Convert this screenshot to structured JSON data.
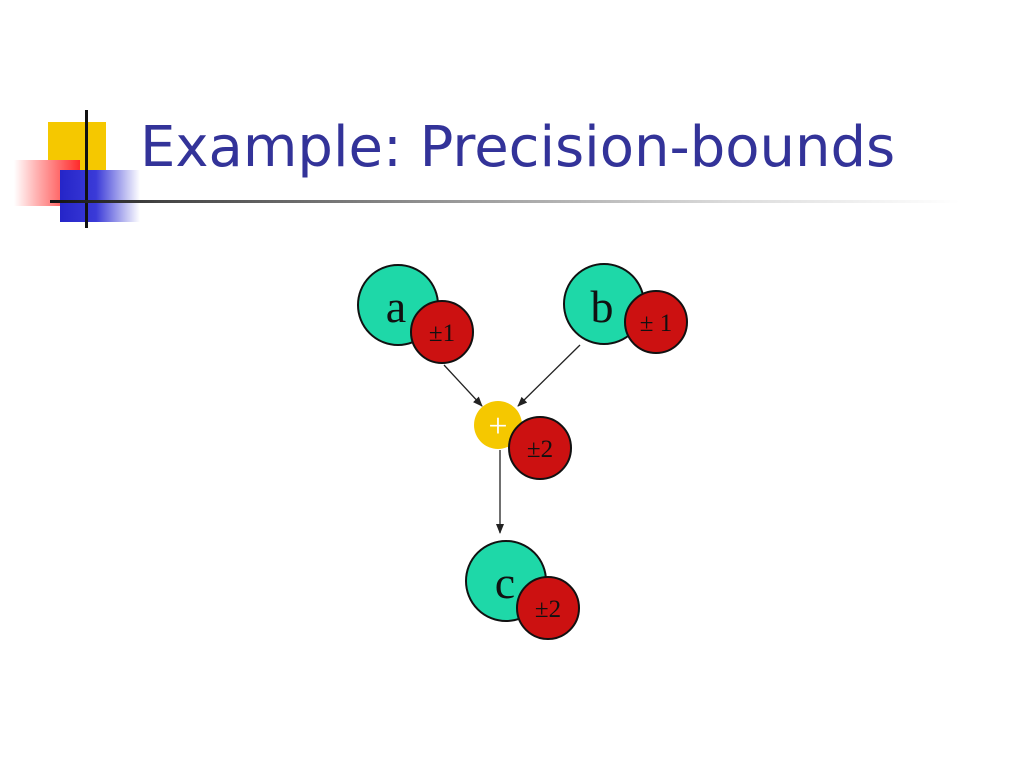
{
  "slide": {
    "title": "Example: Precision-bounds"
  },
  "colors": {
    "title": "#333399",
    "variable_node": "#1ed8a8",
    "bound_node": "#cc1111",
    "operator_node": "#f5c800",
    "edge": "#222222"
  },
  "diagram": {
    "nodes": {
      "a": {
        "label": "a",
        "bound": "±1"
      },
      "b": {
        "label": "b",
        "bound": "± 1"
      },
      "plus": {
        "label": "+",
        "bound": "±2"
      },
      "c": {
        "label": "c",
        "bound": "±2"
      }
    },
    "edges": [
      {
        "from": "a",
        "to": "plus"
      },
      {
        "from": "b",
        "to": "plus"
      },
      {
        "from": "plus",
        "to": "c"
      }
    ]
  }
}
